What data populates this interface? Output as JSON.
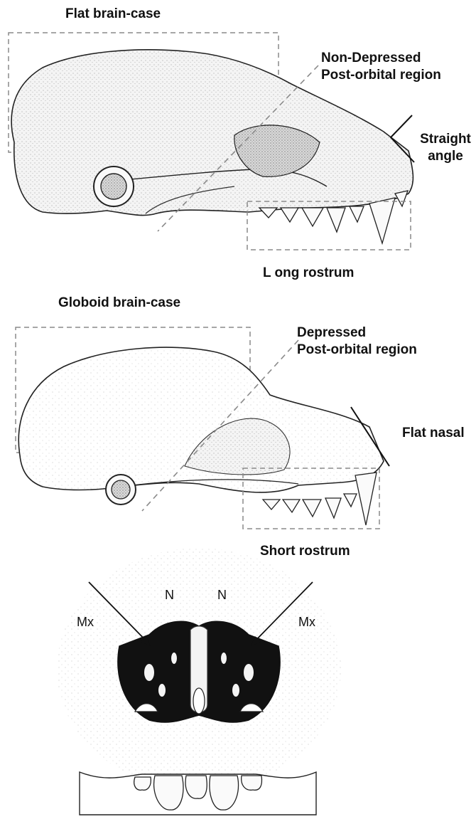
{
  "figure": {
    "skull_top": {
      "labels": {
        "braincase": "Flat brain-case",
        "postorbital_line1": "Non-Depressed",
        "postorbital_line2": "Post-orbital region",
        "angle_line1": "Straight",
        "angle_line2": "angle",
        "rostrum": "L ong rostrum"
      }
    },
    "skull_middle": {
      "labels": {
        "braincase": "Globoid brain-case",
        "postorbital_line1": "Depressed",
        "postorbital_line2": "Post-orbital region",
        "nasal": "Flat nasal",
        "rostrum": "Short rostrum"
      }
    },
    "nasal_view": {
      "labels": {
        "left_mx": "Mx",
        "left_n": "N",
        "right_n": "N",
        "right_mx": "Mx"
      }
    },
    "colors": {
      "ink": "#111111",
      "bone_fill": "#f2f2f2",
      "dashed": "#8a8a8a"
    }
  }
}
